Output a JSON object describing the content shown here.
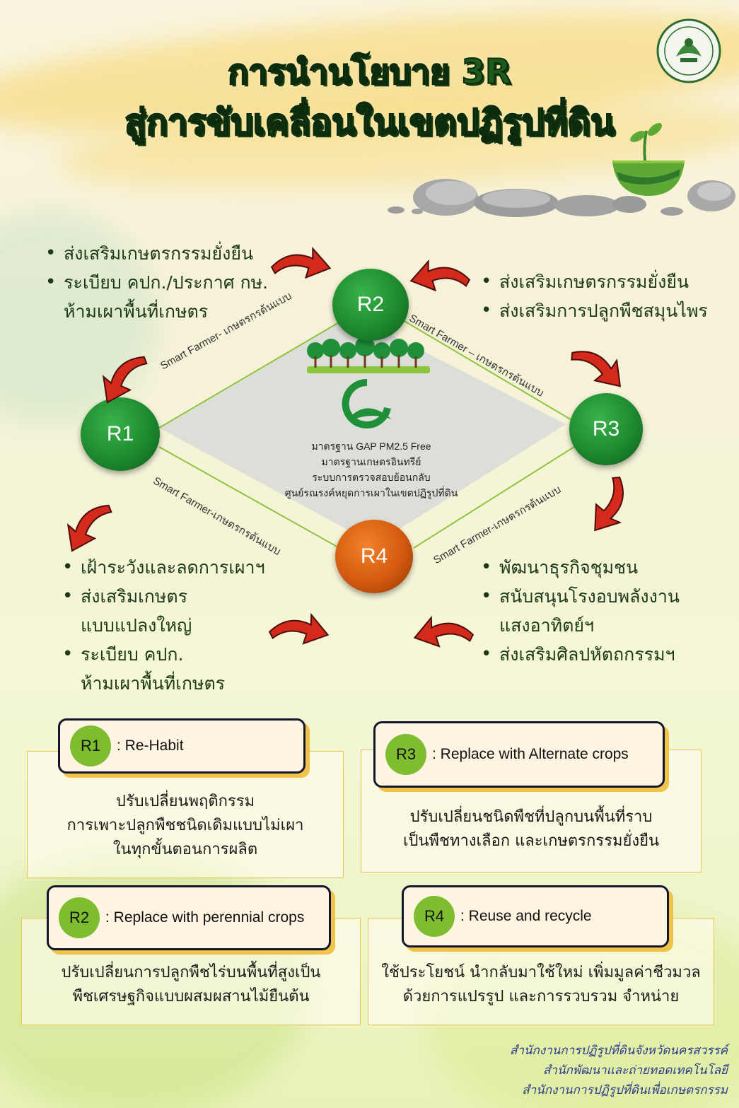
{
  "title": {
    "line1": "การนำนโยบาย 3R",
    "line2": "สู่การขับเคลื่อนในเขตปฏิรูปที่ดิน"
  },
  "bullets": {
    "top_left": [
      "ส่งเสริมเกษตรกรรมยั่งยืน",
      "ระเบียบ คปก./ประกาศ กษ.",
      "ห้ามเผาพื้นที่เกษตร"
    ],
    "top_right": [
      "ส่งเสริมเกษตรกรรมยั่งยืน",
      "ส่งเสริมการปลูกพืชสมุนไพร"
    ],
    "bottom_left": [
      "เฝ้าระวังและลดการเผาฯ",
      "ส่งเสริมเกษตร",
      "แบบแปลงใหญ่",
      "ระเบียบ คปก.",
      "ห้ามเผาพื้นที่เกษตร"
    ],
    "bottom_right": [
      "พัฒนาธุรกิจชุมชน",
      "สนับสนุนโรงอบพลังงาน",
      "แสงอาทิตย์ฯ",
      "ส่งเสริมศิลปหัตถกรรมฯ"
    ]
  },
  "nodes": {
    "r1": "R1",
    "r2": "R2",
    "r3": "R3",
    "r4": "R4"
  },
  "edges": {
    "r1_r2": "Smart Farmer- เกษตรกรต้นแบบ",
    "r2_r3": "Smart Farmer – เกษตรกรต้นแบบ",
    "r1_r4": "Smart Farmer-เกษตรกรต้นแบบ",
    "r4_r3": "Smart Farmer-เกษตรกรต้นแบบ"
  },
  "center": [
    "มาตรฐาน GAP PM2.5 Free",
    "มาตรฐานเกษตรอินทรีย์",
    "ระบบการตรวจสอบย้อนกลับ",
    "ศูนย์รณรงค์หยุดการเผาในเขตปฏิรูปที่ดิน"
  ],
  "cards": {
    "r1": {
      "badge": "R1",
      "label": ": Re-Habit",
      "desc": [
        "ปรับเปลี่ยนพฤติกรรม",
        "การเพาะปลูกพืชชนิดเดิมแบบไม่เผา",
        "ในทุกขั้นตอนการผลิต"
      ]
    },
    "r3": {
      "badge": "R3",
      "label": ": Replace with Alternate crops",
      "desc": [
        "ปรับเปลี่ยนชนิดพืชที่ปลูกบนพื้นที่ราบ",
        "เป็นพืชทางเลือก และเกษตรกรรมยั่งยืน"
      ]
    },
    "r2": {
      "badge": "R2",
      "label": ": Replace with perennial crops",
      "desc": [
        "ปรับเปลี่ยนการปลูกพืชไร่บนพื้นที่สูงเป็น",
        "พืชเศรษฐกิจแบบผสมผสานไม้ยืนต้น"
      ]
    },
    "r4": {
      "badge": "R4",
      "label": ": Reuse and recycle",
      "desc": [
        "ใช้ประโยชน์ นำกลับมาใช้ใหม่ เพิ่มมูลค่าชีวมวล",
        "ด้วยการแปรรูป และการรวบรวม จำหน่าย"
      ]
    }
  },
  "footer": [
    "สำนักงานการปฏิรูปที่ดินจังหวัดนครสวรรค์",
    "สำนักพัฒนาและถ่ายทอดเทคโนโลยี",
    "สำนักงานการปฏิรูปที่ดินเพื่อเกษตรกรรม"
  ],
  "colors": {
    "title_green": "#1f5a1d",
    "node_green": "#1d8a2e",
    "node_orange": "#d45a0f",
    "arrow_red": "#d42a1c",
    "badge_green": "#7dbd2f",
    "card_border": "#f1c34a",
    "footer_blue": "#2d3b8c"
  },
  "icons": [
    "seal-logo-icon",
    "seedling-bowl-icon",
    "rocks-icon",
    "trees-icon",
    "q-mark-icon",
    "curved-arrow-icon"
  ]
}
